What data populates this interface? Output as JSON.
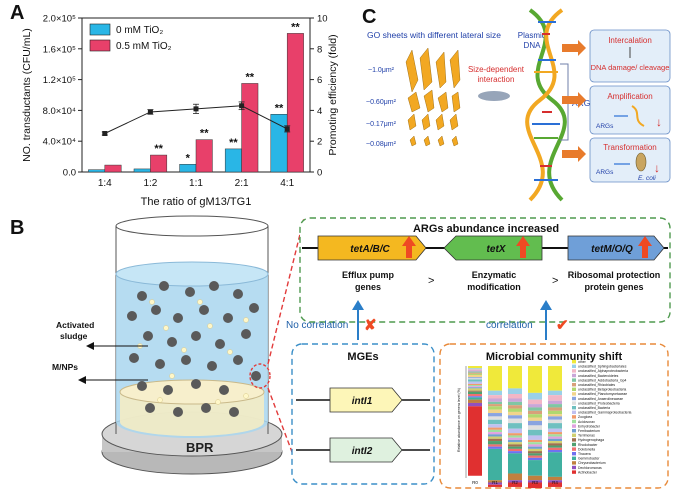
{
  "panels": {
    "a": "A",
    "b": "B",
    "c": "C"
  },
  "chart_data": {
    "type": "bar",
    "categories": [
      "1:4",
      "1:2",
      "1:1",
      "2:1",
      "4:1"
    ],
    "series": [
      {
        "name": "0 mM TiO₂",
        "values": [
          3000,
          4000,
          10000,
          30000,
          75000
        ],
        "color": "#29b6e6"
      },
      {
        "name": "0.5 mM TiO₂",
        "values": [
          9000,
          22000,
          42000,
          115000,
          180000
        ],
        "color": "#e8406a"
      }
    ],
    "line": {
      "values": [
        2.5,
        3.9,
        4.1,
        4.3,
        2.8
      ],
      "errors": [
        0.1,
        0.15,
        0.3,
        0.25,
        0.2
      ]
    },
    "significance": [
      {
        "series": 1,
        "index": 1,
        "mark": "**"
      },
      {
        "series": 0,
        "index": 2,
        "mark": "*"
      },
      {
        "series": 1,
        "index": 2,
        "mark": "**"
      },
      {
        "series": 0,
        "index": 3,
        "mark": "**"
      },
      {
        "series": 1,
        "index": 3,
        "mark": "**"
      },
      {
        "series": 0,
        "index": 4,
        "mark": "**"
      },
      {
        "series": 1,
        "index": 4,
        "mark": "**"
      }
    ],
    "xlabel": "The ratio of gM13/TG1",
    "ylabel": "NO. transductants (CFU/mL)",
    "y2label": "Promoting efficiency (fold)",
    "ylim": [
      0,
      200000
    ],
    "y2lim": [
      0,
      10
    ],
    "yticks": [
      "0.0",
      "4.0×10⁴",
      "8.0×10⁴",
      "1.2×10⁵",
      "1.6×10⁵",
      "2.0×10⁵"
    ],
    "y2ticks": [
      "0",
      "2",
      "4",
      "6",
      "8",
      "10"
    ]
  },
  "panelC": {
    "go_title": "GO sheets with different lateral size",
    "sizes": [
      "~1.0μm²",
      "~0.60μm²",
      "~0.17μm²",
      "~0.08μm²"
    ],
    "plasmid": "Plasmid DNA",
    "interaction": "Size-dependent interaction",
    "args": "ARGs",
    "box_intercalation": "Intercalation",
    "box_damage": "DNA damage/ cleavage",
    "box_amplification": "Amplification",
    "box_transformation": "Transformation",
    "args_small": "ARGs",
    "ecoli": "E. coli"
  },
  "panelB": {
    "activated_sludge": "Activated sludge",
    "mnps": "M/NPs",
    "bpr": "BPR",
    "args_title": "ARGs abundance increased",
    "genes": [
      "tetA/B/C",
      "tetX",
      "tetM/O/Q"
    ],
    "mechanisms": [
      "Efflux pump genes",
      "Enzymatic modification",
      "Ribosomal protection protein genes"
    ],
    "gt": ">",
    "no_correlation": "No correlation",
    "correlation": "correlation",
    "mges": "MGEs",
    "int1": "intI1",
    "int2": "intI2",
    "community": "Microbial community shift",
    "mini_ylabel": "Relative abundance on genera level (%)",
    "mini_x": [
      "R0",
      "R1",
      "R2",
      "R3",
      "R4"
    ],
    "mini_legend": [
      "other",
      "unclassified_Sphingobacteriales",
      "unclassified_Alphaproteobacteria",
      "unclassified_Bacteroidetes",
      "unclassified_Acidobacteria_Gp4",
      "unclassified_Rhizobiales",
      "unclassified_Betaproteobacteria",
      "unclassified_Planctomycetaceae",
      "unclassified_Anaerolineaceae",
      "unclassified_Proteobacteria",
      "unclassified_Bacteria",
      "unclassified_Gammaproteobacteria",
      "Zoogloea",
      "Acidovorax",
      "Enhydrobacter",
      "Ferribacterium",
      "Terrimonas",
      "Hydrogenophaga",
      "Rhodobacter",
      "Dokdonella",
      "Thauera",
      "Gemmobacter",
      "Chryseobacterium",
      "Dechloromonas",
      "Actinobacter"
    ]
  }
}
